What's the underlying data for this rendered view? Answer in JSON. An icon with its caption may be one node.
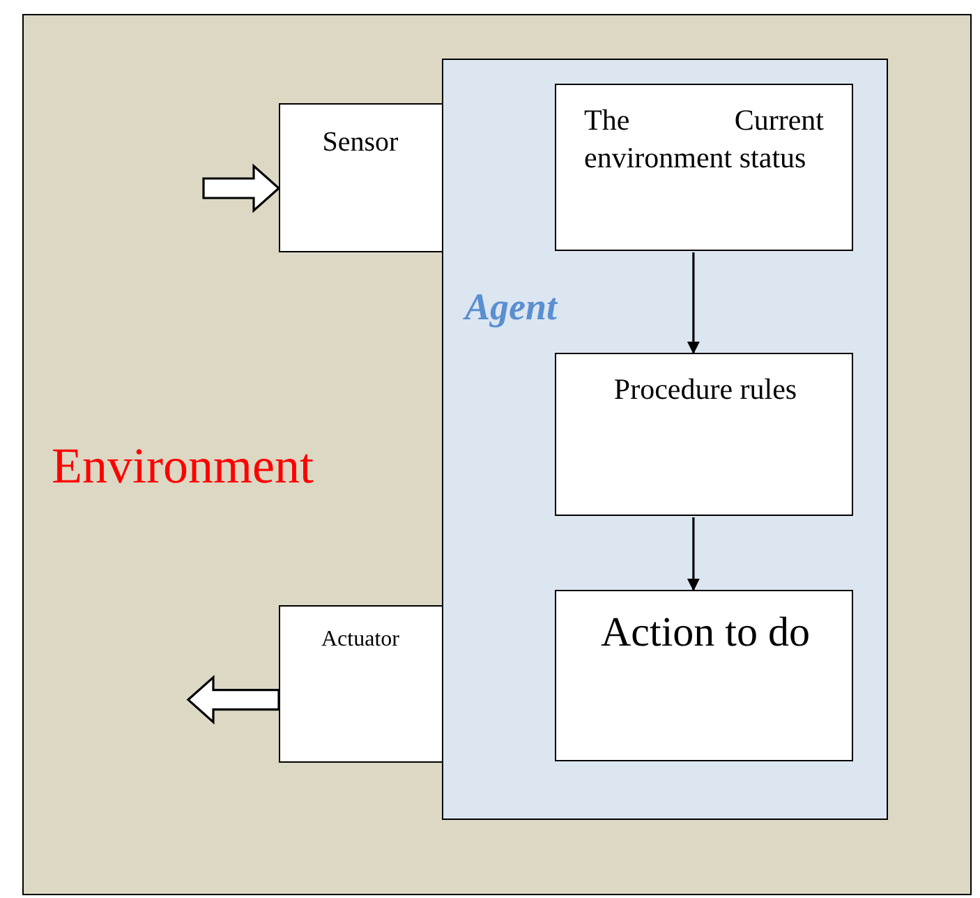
{
  "diagram": {
    "nodes": [
      {
        "text": [
          "Environment"
        ]
      },
      {
        "text": [
          "Sensor"
        ],
        "in": 0
      },
      {
        "text": [
          "Agent"
        ],
        "in": 0
      },
      {
        "text": [
          "The Current environment status"
        ],
        "in": 2
      },
      {
        "text": [
          "Procedure rules"
        ],
        "in": 2
      },
      {
        "text": [
          "Actuator"
        ],
        "in": 0
      },
      {
        "text": [
          "Action to do"
        ],
        "in": 2
      }
    ],
    "edges": [
      {
        "from": null,
        "to": 1,
        "arrow": "to"
      },
      {
        "from": 3,
        "to": 4,
        "arrow": "to"
      },
      {
        "from": 4,
        "to": 6,
        "arrow": "to"
      },
      {
        "from": 5,
        "to": null,
        "arrow": "to"
      }
    ]
  }
}
